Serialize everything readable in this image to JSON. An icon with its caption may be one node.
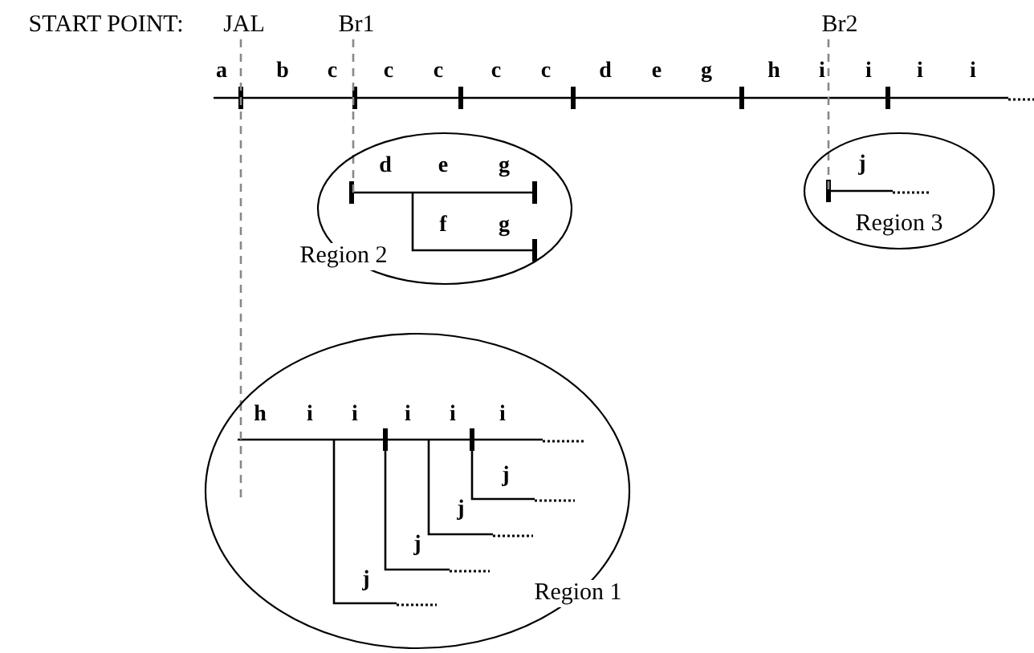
{
  "diagram": {
    "nodes": [
      {
        "text": [
          "JAL"
        ]
      },
      {
        "text": [
          "Br1"
        ]
      },
      {
        "text": [
          "Br2"
        ]
      },
      {
        "text": [
          "Region 2"
        ]
      },
      {
        "text": [
          "Region 3"
        ]
      },
      {
        "text": [
          "Region 1"
        ]
      }
    ],
    "edges": [
      {
        "from": 0,
        "to": 5,
        "arrow": "none",
        "style": "dashed"
      },
      {
        "from": 1,
        "to": 3,
        "arrow": "none",
        "style": "dashed"
      },
      {
        "from": 2,
        "to": 4,
        "arrow": "none",
        "style": "dashed"
      }
    ],
    "labels": [
      "START POINT:",
      "a",
      "b",
      "c",
      "c",
      "c",
      "c",
      "c",
      "d",
      "e",
      "g",
      "h",
      "i",
      "i",
      "i",
      "i",
      "d",
      "e",
      "g",
      "f",
      "g",
      "j",
      "h",
      "i",
      "i",
      "i",
      "i",
      "i",
      "j",
      "j",
      "j",
      "j"
    ]
  }
}
